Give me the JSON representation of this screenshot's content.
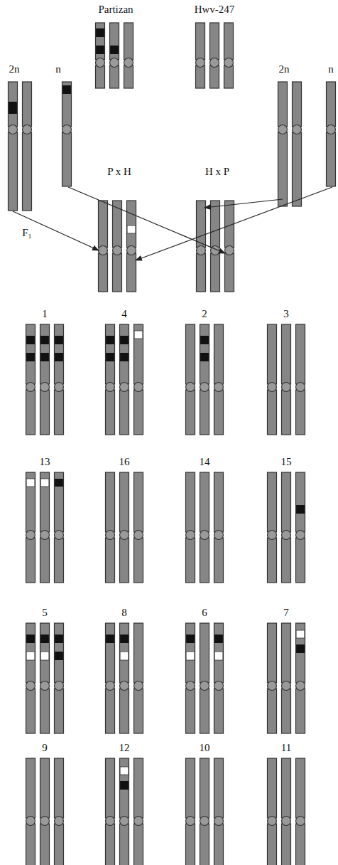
{
  "diagram": {
    "labels": [
      "Partizan",
      "Hwv-247",
      "2n",
      "n",
      "P x H",
      "H x P",
      "2n",
      "n",
      "F₁",
      "1",
      "4",
      "2",
      "3",
      "13",
      "16",
      "14",
      "15",
      "5",
      "8",
      "6",
      "7",
      "9",
      "12",
      "10",
      "11"
    ]
  }
}
